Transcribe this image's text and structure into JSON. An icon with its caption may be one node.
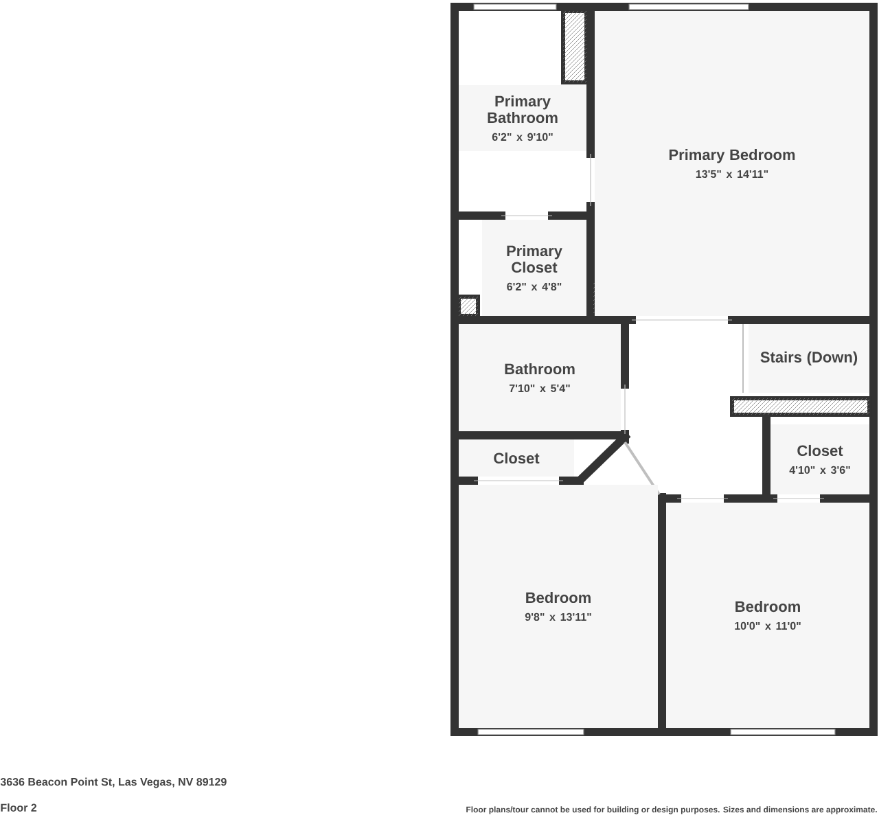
{
  "diagram": {
    "nodes": [
      {
        "text": [
          "Primary Bathroom",
          "6'2\" x 9'10\""
        ]
      },
      {
        "text": [
          "Primary Bedroom",
          "13'5\" x 14'11\""
        ]
      },
      {
        "text": [
          "Primary Closet",
          "6'2\" x 4'8\""
        ]
      },
      {
        "text": [
          "Bathroom",
          "7'10\" x 5'4\""
        ]
      },
      {
        "text": [
          "Stairs (Down)"
        ]
      },
      {
        "text": [
          "Closet"
        ]
      },
      {
        "text": [
          "Closet",
          "4'10\" x 3'6\""
        ]
      },
      {
        "text": [
          "Bedroom",
          "9'8\" x 13'11\""
        ]
      },
      {
        "text": [
          "Bedroom",
          "10'0\" x 11'0\""
        ]
      }
    ],
    "labels": [
      "3636 Beacon Point St, Las Vegas, NV 89129",
      "Floor 2",
      "Floor plans/tour cannot be used for building or design purposes. Sizes and dimensions are approximate."
    ]
  }
}
